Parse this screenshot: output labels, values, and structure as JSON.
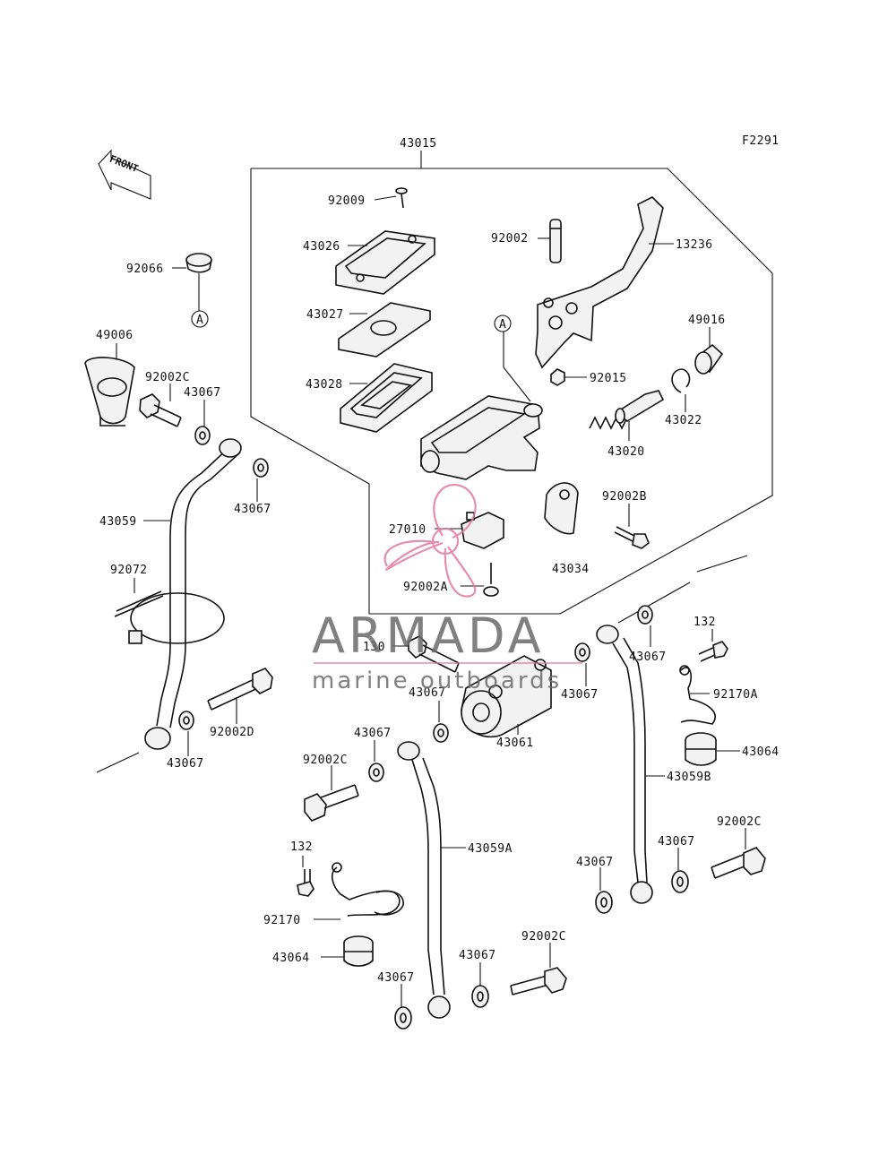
{
  "figure_code": "F2291",
  "front_label": "FRONT",
  "callout_letter": "A",
  "watermark": {
    "brand": "ARMADA",
    "tagline": "marine outboards",
    "accent": "#e27aa0"
  },
  "labels": {
    "assy": "43015",
    "screw_92009": "92009",
    "cap_43026": "43026",
    "plate_43027": "43027",
    "diaphragm_43028": "43028",
    "bolt_92002": "92002",
    "lever_13236": "13236",
    "cap_92066": "92066",
    "boot_49006": "49006",
    "bolt_92002C_top": "92002C",
    "washer_43067_a": "43067",
    "cover_49016": "49016",
    "nut_92015": "92015",
    "circlip_43022": "43022",
    "piston_43020": "43020",
    "hose_43059": "43059",
    "washer_43067_b": "43067",
    "bolt_92002B": "92002B",
    "switch_27010": "27010",
    "clamp_43034": "43034",
    "clamp_92072": "92072",
    "screw_92002A": "92002A",
    "bolt_130": "130",
    "washer_43067_c": "43067",
    "bolt_132_right": "132",
    "washer_43067_d": "43067",
    "washer_43067_e": "43067",
    "clamp_92170A": "92170A",
    "bolt_92002D": "92002D",
    "joint_43061": "43061",
    "grommet_43064_right": "43064",
    "washer_43067_f": "43067",
    "washer_43067_g": "43067",
    "hose_43059B": "43059B",
    "bolt_92002C_mid": "92002C",
    "hose_43059A": "43059A",
    "bolt_92002C_right": "92002C",
    "washer_43067_h": "43067",
    "washer_43067_i": "43067",
    "bolt_132_left": "132",
    "clamp_92170": "92170",
    "grommet_43064_left": "43064",
    "washer_43067_j": "43067",
    "bolt_92002C_bottom": "92002C",
    "washer_43067_k": "43067"
  }
}
